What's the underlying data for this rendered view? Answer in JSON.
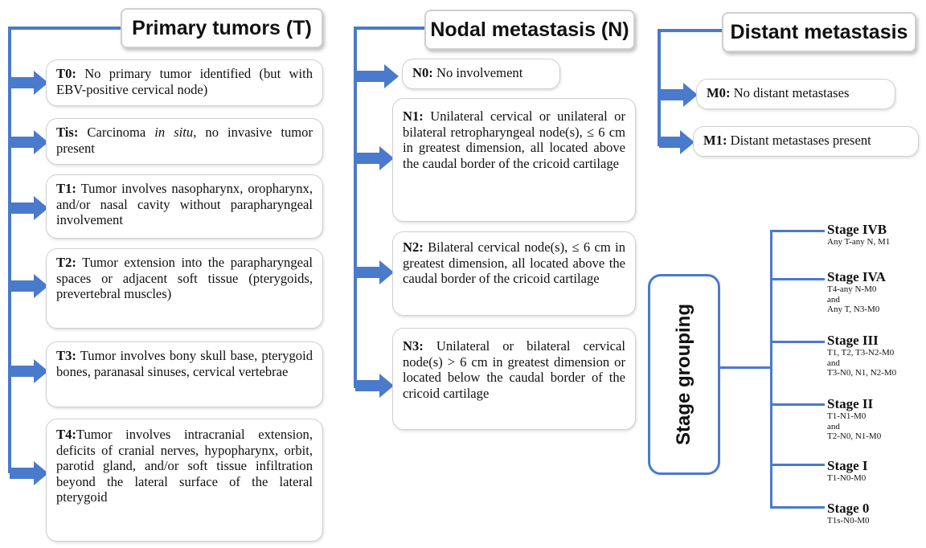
{
  "columns": {
    "t": {
      "title": "Primary tumors (T)",
      "items": [
        {
          "code": "T0:",
          "text": " No primary tumor identified (but with EBV-positive cervical node)"
        },
        {
          "code": "Tis:",
          "text_before": " Carcinoma ",
          "text_italic": "in situ",
          "text_after": ", no invasive tumor present"
        },
        {
          "code": "T1:",
          "text": " Tumor involves nasopharynx, oropharynx, and/or nasal cavity without parapharyngeal involvement"
        },
        {
          "code": "T2:",
          "text": " Tumor extension into the parapharyngeal spaces or adjacent soft tissue (pterygoids, prevertebral muscles)"
        },
        {
          "code": "T3:",
          "text": " Tumor involves bony skull base, pterygoid bones, paranasal sinuses, cervical vertebrae"
        },
        {
          "code": "T4:",
          "text": "Tumor involves intracranial extension, deficits of cranial nerves, hypopharynx, orbit, parotid gland, and/or soft tissue infiltration beyond the lateral surface of the lateral pterygoid"
        }
      ]
    },
    "n": {
      "title": "Nodal metastasis (N)",
      "items": [
        {
          "code": "N0:",
          "text": " No involvement"
        },
        {
          "code": "N1:",
          "text": " Unilateral cervical or unilateral or bilateral retropharyngeal node(s), ≤ 6 cm in greatest dimension, all located above the caudal border of the cricoid cartilage"
        },
        {
          "code": "N2:",
          "text": " Bilateral cervical node(s), ≤ 6 cm in greatest dimension, all located above the caudal border of the cricoid cartilage"
        },
        {
          "code": "N3:",
          "text": " Unilateral or bilateral cervical node(s) > 6 cm in greatest dimension or located below the caudal border of the cricoid cartilage"
        }
      ]
    },
    "m": {
      "title": "Distant metastasis",
      "items": [
        {
          "code": "M0:",
          "text": " No distant metastases"
        },
        {
          "code": "M1:",
          "text": " Distant metastases present"
        }
      ]
    }
  },
  "stage_grouping": {
    "title": "Stage grouping",
    "stages": [
      {
        "name": "Stage IVB",
        "desc": "Any T-any N, M1"
      },
      {
        "name": "Stage IVA",
        "desc": "T4-any N-M0\nand\nAny T, N3-M0"
      },
      {
        "name": "Stage III",
        "desc": "T1, T2, T3-N2-M0\nand\nT3-N0, N1, N2-M0"
      },
      {
        "name": "Stage II",
        "desc": "T1-N1-M0\nand\nT2-N0, N1-M0"
      },
      {
        "name": "Stage I",
        "desc": "T1-N0-M0"
      },
      {
        "name": "Stage 0",
        "desc": "T1s-N0-M0"
      }
    ]
  },
  "colors": {
    "connector": "#4a7acb",
    "box_border": "#cfcfcf"
  }
}
